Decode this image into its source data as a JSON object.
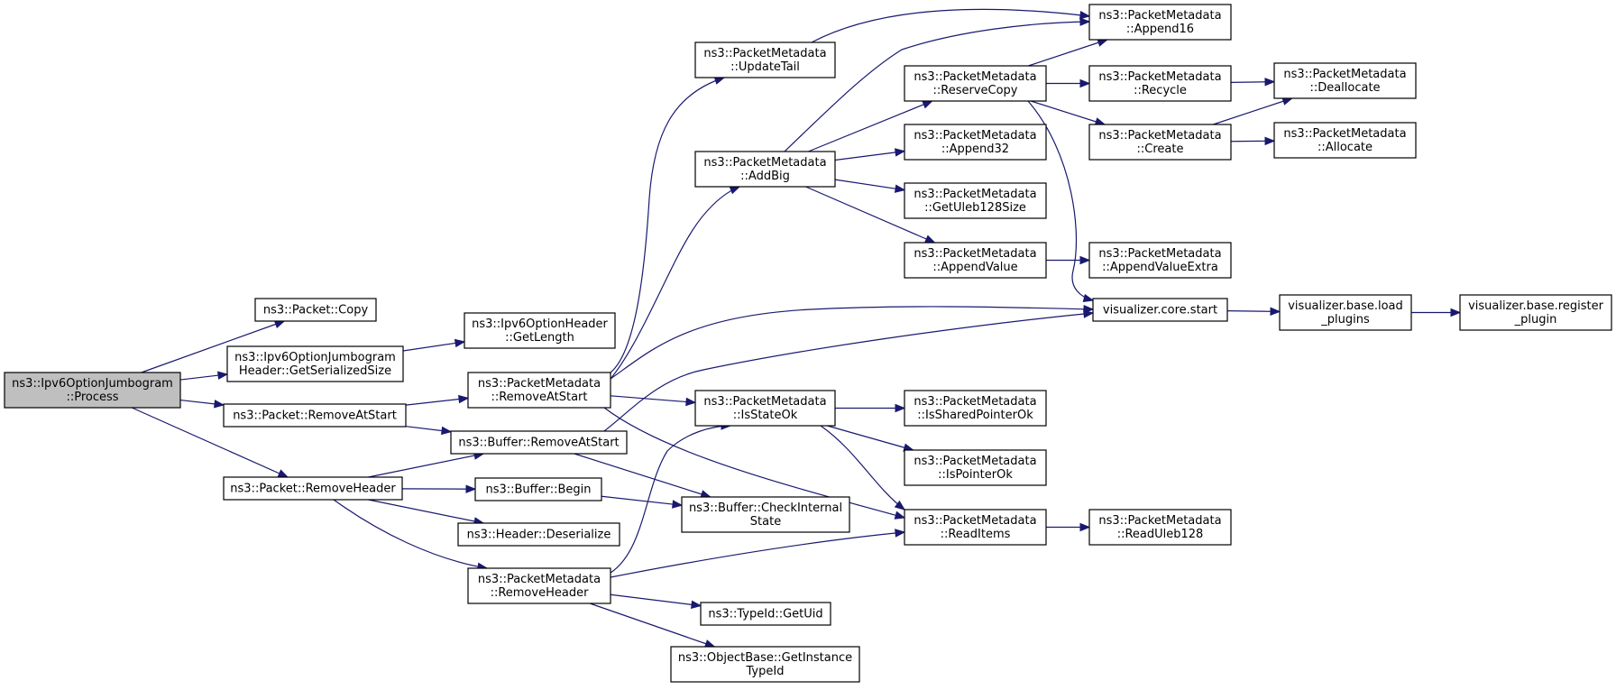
{
  "graph": {
    "colors": {
      "edge": "#191970",
      "root_fill": "#bfbfbf",
      "node_fill": "#ffffff",
      "border": "#000000"
    },
    "nodes": [
      {
        "id": "process",
        "lines": [
          "ns3::Ipv6OptionJumbogram",
          "::Process"
        ],
        "root": true
      },
      {
        "id": "pkt_copy",
        "lines": [
          "ns3::Packet::Copy"
        ]
      },
      {
        "id": "jumbo_size",
        "lines": [
          "ns3::Ipv6OptionJumbogram",
          "Header::GetSerializedSize"
        ]
      },
      {
        "id": "opt_len",
        "lines": [
          "ns3::Ipv6OptionHeader",
          "::GetLength"
        ]
      },
      {
        "id": "pkt_ras",
        "lines": [
          "ns3::Packet::RemoveAtStart"
        ]
      },
      {
        "id": "pkt_rh",
        "lines": [
          "ns3::Packet::RemoveHeader"
        ]
      },
      {
        "id": "pm_ras",
        "lines": [
          "ns3::PacketMetadata",
          "::RemoveAtStart"
        ]
      },
      {
        "id": "buf_ras",
        "lines": [
          "ns3::Buffer::RemoveAtStart"
        ]
      },
      {
        "id": "buf_begin",
        "lines": [
          "ns3::Buffer::Begin"
        ]
      },
      {
        "id": "hdr_deser",
        "lines": [
          "ns3::Header::Deserialize"
        ]
      },
      {
        "id": "pm_rh",
        "lines": [
          "ns3::PacketMetadata",
          "::RemoveHeader"
        ]
      },
      {
        "id": "pm_ut",
        "lines": [
          "ns3::PacketMetadata",
          "::UpdateTail"
        ]
      },
      {
        "id": "pm_ab",
        "lines": [
          "ns3::PacketMetadata",
          "::AddBig"
        ]
      },
      {
        "id": "pm_iso",
        "lines": [
          "ns3::PacketMetadata",
          "::IsStateOk"
        ]
      },
      {
        "id": "buf_cis",
        "lines": [
          "ns3::Buffer::CheckInternal",
          "State"
        ]
      },
      {
        "id": "tid_uid",
        "lines": [
          "ns3::TypeId::GetUid"
        ]
      },
      {
        "id": "ob_git",
        "lines": [
          "ns3::ObjectBase::GetInstance",
          "TypeId"
        ]
      },
      {
        "id": "pm_rc",
        "lines": [
          "ns3::PacketMetadata",
          "::ReserveCopy"
        ]
      },
      {
        "id": "pm_a32",
        "lines": [
          "ns3::PacketMetadata",
          "::Append32"
        ]
      },
      {
        "id": "pm_gus",
        "lines": [
          "ns3::PacketMetadata",
          "::GetUleb128Size"
        ]
      },
      {
        "id": "pm_av",
        "lines": [
          "ns3::PacketMetadata",
          "::AppendValue"
        ]
      },
      {
        "id": "pm_ispo",
        "lines": [
          "ns3::PacketMetadata",
          "::IsSharedPointerOk"
        ]
      },
      {
        "id": "pm_ipo",
        "lines": [
          "ns3::PacketMetadata",
          "::IsPointerOk"
        ]
      },
      {
        "id": "pm_ri",
        "lines": [
          "ns3::PacketMetadata",
          "::ReadItems"
        ]
      },
      {
        "id": "pm_a16",
        "lines": [
          "ns3::PacketMetadata",
          "::Append16"
        ]
      },
      {
        "id": "pm_rec",
        "lines": [
          "ns3::PacketMetadata",
          "::Recycle"
        ]
      },
      {
        "id": "pm_cr",
        "lines": [
          "ns3::PacketMetadata",
          "::Create"
        ]
      },
      {
        "id": "pm_ave",
        "lines": [
          "ns3::PacketMetadata",
          "::AppendValueExtra"
        ]
      },
      {
        "id": "vis_start",
        "lines": [
          "visualizer.core.start"
        ]
      },
      {
        "id": "pm_ru",
        "lines": [
          "ns3::PacketMetadata",
          "::ReadUleb128"
        ]
      },
      {
        "id": "pm_dealloc",
        "lines": [
          "ns3::PacketMetadata",
          "::Deallocate"
        ]
      },
      {
        "id": "pm_alloc",
        "lines": [
          "ns3::PacketMetadata",
          "::Allocate"
        ]
      },
      {
        "id": "vis_load",
        "lines": [
          "visualizer.base.load",
          "_plugins"
        ]
      },
      {
        "id": "vis_reg",
        "lines": [
          "visualizer.base.register",
          "_plugin"
        ]
      }
    ],
    "edges": [
      {
        "from": "process",
        "to": "pkt_copy"
      },
      {
        "from": "process",
        "to": "jumbo_size"
      },
      {
        "from": "process",
        "to": "pkt_ras"
      },
      {
        "from": "process",
        "to": "pkt_rh"
      },
      {
        "from": "jumbo_size",
        "to": "opt_len"
      },
      {
        "from": "pkt_ras",
        "to": "pm_ras"
      },
      {
        "from": "pkt_ras",
        "to": "buf_ras"
      },
      {
        "from": "pkt_rh",
        "to": "buf_ras"
      },
      {
        "from": "pkt_rh",
        "to": "buf_begin"
      },
      {
        "from": "pkt_rh",
        "to": "hdr_deser"
      },
      {
        "from": "pkt_rh",
        "to": "pm_rh"
      },
      {
        "from": "pm_ras",
        "to": "pm_ut"
      },
      {
        "from": "pm_ras",
        "to": "pm_ab"
      },
      {
        "from": "pm_ras",
        "to": "vis_start"
      },
      {
        "from": "pm_ras",
        "to": "pm_iso"
      },
      {
        "from": "pm_ras",
        "to": "pm_ri"
      },
      {
        "from": "buf_ras",
        "to": "vis_start"
      },
      {
        "from": "buf_ras",
        "to": "buf_cis"
      },
      {
        "from": "buf_begin",
        "to": "buf_cis"
      },
      {
        "from": "pm_rh",
        "to": "pm_iso"
      },
      {
        "from": "pm_rh",
        "to": "pm_ri"
      },
      {
        "from": "pm_rh",
        "to": "tid_uid"
      },
      {
        "from": "pm_rh",
        "to": "ob_git"
      },
      {
        "from": "pm_ut",
        "to": "pm_a16"
      },
      {
        "from": "pm_ab",
        "to": "pm_a16"
      },
      {
        "from": "pm_ab",
        "to": "pm_rc"
      },
      {
        "from": "pm_ab",
        "to": "pm_a32"
      },
      {
        "from": "pm_ab",
        "to": "pm_gus"
      },
      {
        "from": "pm_ab",
        "to": "pm_av"
      },
      {
        "from": "pm_rc",
        "to": "pm_a16"
      },
      {
        "from": "pm_rc",
        "to": "pm_rec"
      },
      {
        "from": "pm_rc",
        "to": "pm_cr"
      },
      {
        "from": "pm_rc",
        "to": "vis_start"
      },
      {
        "from": "pm_av",
        "to": "pm_ave"
      },
      {
        "from": "pm_iso",
        "to": "pm_ispo"
      },
      {
        "from": "pm_iso",
        "to": "pm_ipo"
      },
      {
        "from": "pm_iso",
        "to": "pm_ri"
      },
      {
        "from": "pm_ri",
        "to": "pm_ru"
      },
      {
        "from": "pm_rec",
        "to": "pm_dealloc"
      },
      {
        "from": "pm_cr",
        "to": "pm_dealloc"
      },
      {
        "from": "pm_cr",
        "to": "pm_alloc"
      },
      {
        "from": "vis_start",
        "to": "vis_load"
      },
      {
        "from": "vis_load",
        "to": "vis_reg"
      }
    ]
  }
}
